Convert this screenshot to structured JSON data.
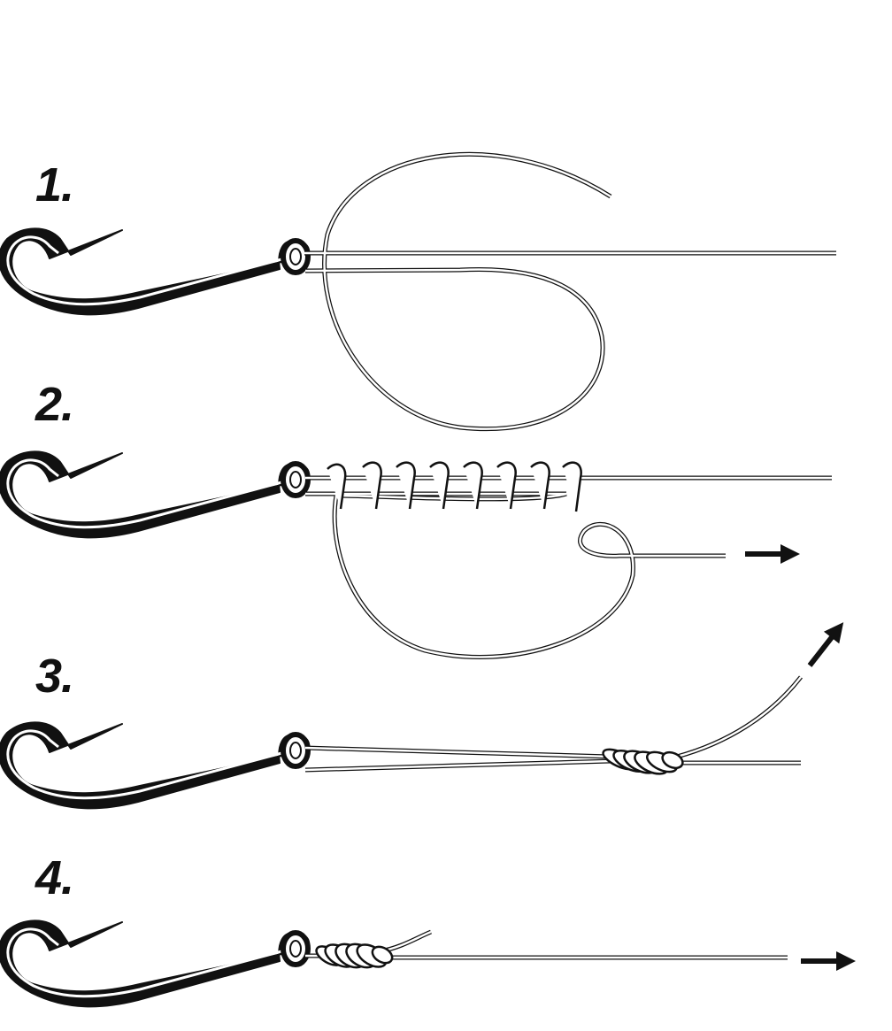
{
  "steps": [
    {
      "label": "1."
    },
    {
      "label": "2."
    },
    {
      "label": "3."
    },
    {
      "label": "4."
    }
  ],
  "colors": {
    "ink": "#111111",
    "line_fill": "#ffffff",
    "background": "#ffffff"
  },
  "icons": [
    "fish-hook-icon",
    "arrow-right-icon",
    "arrow-up-right-icon"
  ]
}
